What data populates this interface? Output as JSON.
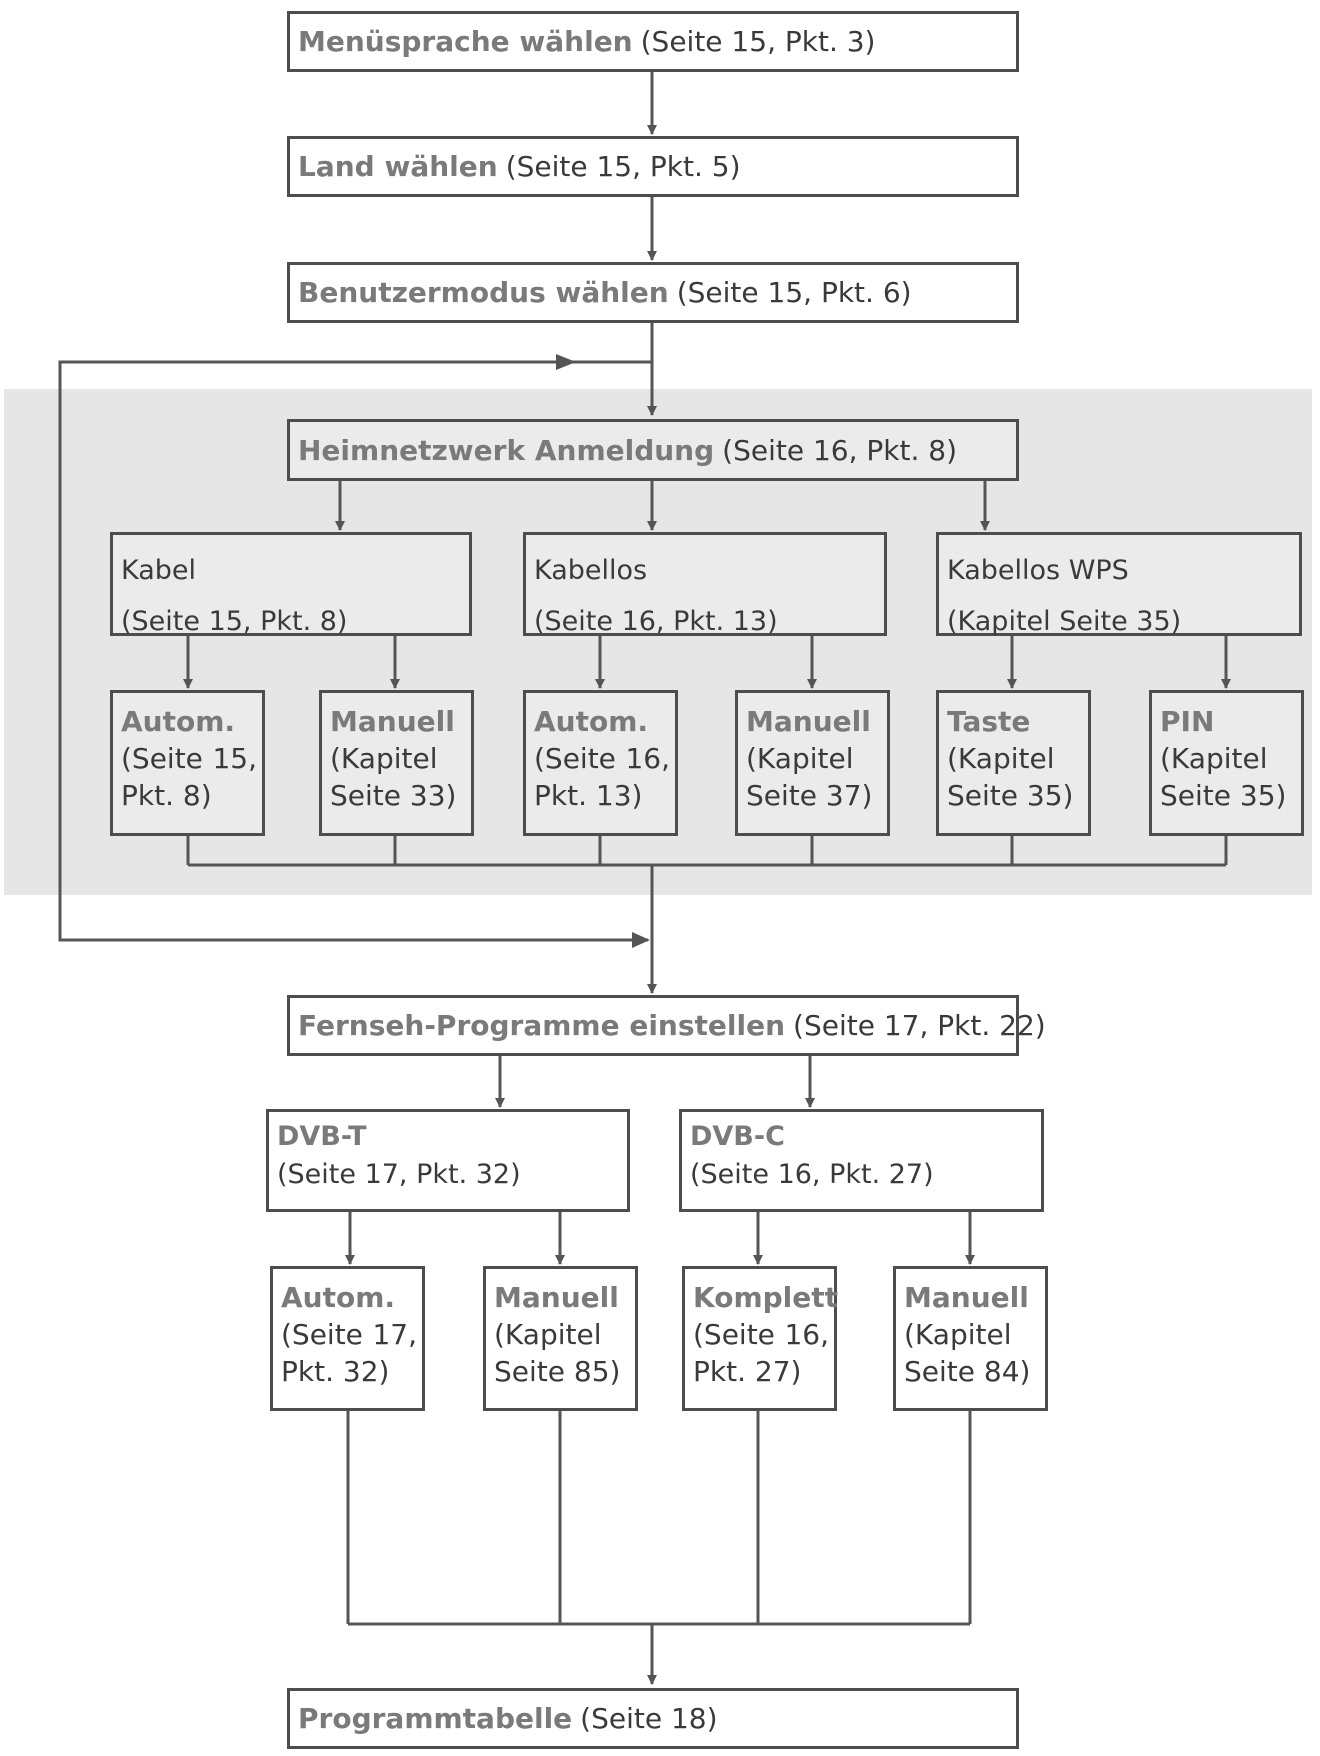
{
  "steps": {
    "menu": {
      "bold": "Menüsprache wählen",
      "ref": "(Seite 15, Pkt. 3)"
    },
    "land": {
      "bold": "Land wählen",
      "ref": "(Seite 15, Pkt. 5)"
    },
    "benutzer": {
      "bold": "Benutzermodus wählen",
      "ref": "(Seite 15, Pkt. 6)"
    },
    "heimnetz": {
      "bold": "Heimnetzwerk Anmeldung",
      "ref": "(Seite 16, Pkt. 8)"
    },
    "fernseh": {
      "bold": "Fernseh-Programme einstellen",
      "ref": "(Seite 17, Pkt. 22)"
    },
    "tabelle": {
      "bold": "Programmtabelle",
      "ref": "(Seite 18)"
    }
  },
  "network": [
    {
      "title": "Kabel",
      "ref": "(Seite 15, Pkt. 8)",
      "options": [
        {
          "bold": "Autom.",
          "ref": "(Seite 15,",
          "ref2": "Pkt. 8)"
        },
        {
          "bold": "Manuell",
          "ref": "(Kapitel",
          "ref2": "Seite 33)"
        }
      ]
    },
    {
      "title": "Kabellos",
      "ref": "(Seite 16, Pkt. 13)",
      "options": [
        {
          "bold": "Autom.",
          "ref": "(Seite 16,",
          "ref2": "Pkt. 13)"
        },
        {
          "bold": "Manuell",
          "ref": "(Kapitel",
          "ref2": "Seite 37)"
        }
      ]
    },
    {
      "title": "Kabellos WPS",
      "ref": "(Kapitel Seite 35)",
      "options": [
        {
          "bold": "Taste",
          "ref": "(Kapitel",
          "ref2": "Seite 35)"
        },
        {
          "bold": "PIN",
          "ref": "(Kapitel",
          "ref2": "Seite 35)"
        }
      ]
    }
  ],
  "tv": [
    {
      "title": "DVB-T",
      "ref": "(Seite 17, Pkt. 32)",
      "options": [
        {
          "bold": "Autom.",
          "ref": "(Seite 17,",
          "ref2": "Pkt. 32)"
        },
        {
          "bold": "Manuell",
          "ref": "(Kapitel",
          "ref2": "Seite 85)"
        }
      ]
    },
    {
      "title": "DVB-C",
      "ref": "(Seite 16, Pkt. 27)",
      "options": [
        {
          "bold": "Komplett",
          "ref": "(Seite 16,",
          "ref2": "Pkt. 27)"
        },
        {
          "bold": "Manuell",
          "ref": "(Kapitel",
          "ref2": "Seite 84)"
        }
      ]
    }
  ]
}
